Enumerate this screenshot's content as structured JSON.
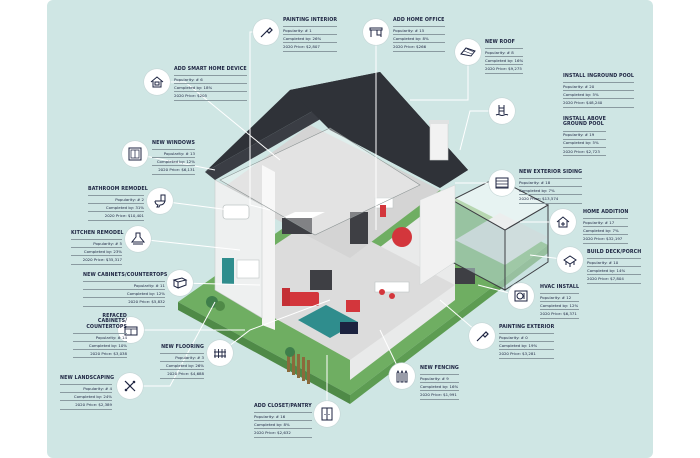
{
  "colors": {
    "background": "#cfe6e4",
    "ink": "#1c2340",
    "roof": "#2f3238",
    "wall": "#f2f2f2",
    "grass": "#6fae62",
    "accent_red": "#d3363c",
    "accent_teal": "#2f8d8d"
  },
  "items": [
    {
      "id": "painting-interior",
      "title": "PAINTING INTERIOR",
      "popularity": "Popularity: # 1",
      "completed": "Completed by: 26%",
      "price": "2020 Price: $2,807",
      "icon": "paint-brush-icon"
    },
    {
      "id": "add-home-office",
      "title": "ADD HOME OFFICE",
      "popularity": "Popularity: # 15",
      "completed": "Completed by: 8%",
      "price": "2020 Price: $266",
      "icon": "desk-icon"
    },
    {
      "id": "new-roof",
      "title": "NEW ROOF",
      "popularity": "Popularity: # 8",
      "completed": "Completed by: 16%",
      "price": "2020 Price: $9,275",
      "icon": "roof-icon"
    },
    {
      "id": "add-smart-home-device",
      "title": "ADD SMART HOME DEVICE",
      "popularity": "Popularity: # 6",
      "completed": "Completed by: 18%",
      "price": "2020 Price: $205",
      "icon": "smart-home-icon"
    },
    {
      "id": "install-inground-pool",
      "title": "INSTALL INGROUND POOL",
      "popularity": "Popularity: # 20",
      "completed": "Completed by: 5%",
      "price": "2020 Price: $48,240",
      "icon": "pool-ladder-icon"
    },
    {
      "id": "install-above-ground-pool",
      "title": "INSTALL ABOVE\nGROUND POOL",
      "popularity": "Popularity: # 19",
      "completed": "Completed by: 5%",
      "price": "2020 Price: $2,723",
      "icon": "pool-ladder-icon"
    },
    {
      "id": "new-windows",
      "title": "NEW WINDOWS",
      "popularity": "Popularity: # 13",
      "completed": "Completed by: 12%",
      "price": "2020 Price: $6,131",
      "icon": "window-icon"
    },
    {
      "id": "new-exterior-siding",
      "title": "NEW EXTERIOR SIDING",
      "popularity": "Popularity: # 18",
      "completed": "Completed by: 7%",
      "price": "2020 Price: $13,574",
      "icon": "siding-icon"
    },
    {
      "id": "bathroom-remodel",
      "title": "BATHROOM REMODEL",
      "popularity": "Popularity: # 2",
      "completed": "Completed by: 31%",
      "price": "2020 Price: $10,401",
      "icon": "toilet-icon"
    },
    {
      "id": "home-addition",
      "title": "HOME ADDITION",
      "popularity": "Popularity: # 17",
      "completed": "Completed by: 7%",
      "price": "2020 Price: $32,197",
      "icon": "house-addition-icon"
    },
    {
      "id": "kitchen-remodel",
      "title": "KITCHEN REMODEL",
      "popularity": "Popularity: # 5",
      "completed": "Completed by: 23%",
      "price": "2020 Price: $35,317",
      "icon": "kitchen-hood-icon"
    },
    {
      "id": "build-deck-porch",
      "title": "BUILD DECK/PORCH",
      "popularity": "Popularity: # 10",
      "completed": "Completed by: 14%",
      "price": "2020 Price: $7,804",
      "icon": "deck-icon"
    },
    {
      "id": "new-cabinets-countertops",
      "title": "NEW CABINETS/COUNTERTOPS",
      "popularity": "Popularity: # 11",
      "completed": "Completed by: 12%",
      "price": "2020 Price: $5,832",
      "icon": "cabinet-icon"
    },
    {
      "id": "hvac-install",
      "title": "HVAC INSTALL",
      "popularity": "Popularity: # 12",
      "completed": "Completed by: 12%",
      "price": "2020 Price: $6,371",
      "icon": "hvac-icon"
    },
    {
      "id": "refaced-cabinets-countertops",
      "title": "REFACED CABINETS/\nCOUNTERTOPS",
      "popularity": "Popularity: # 14",
      "completed": "Completed by: 10%",
      "price": "2020 Price: $3,038",
      "icon": "countertop-icon"
    },
    {
      "id": "painting-exterior",
      "title": "PAINTING EXTERIOR",
      "popularity": "Popularity: # 0",
      "completed": "Completed by: 19%",
      "price": "2020 Price: $3,281",
      "icon": "paint-brush-icon"
    },
    {
      "id": "new-flooring",
      "title": "NEW FLOORING",
      "popularity": "Popularity: # 3",
      "completed": "Completed by: 26%",
      "price": "2020 Price: $4,688",
      "icon": "flooring-icon"
    },
    {
      "id": "new-fencing",
      "title": "NEW FENCING",
      "popularity": "Popularity: # 9",
      "completed": "Completed by: 16%",
      "price": "2020 Price: $1,991",
      "icon": "fence-icon"
    },
    {
      "id": "new-landscaping",
      "title": "NEW LANDSCAPING",
      "popularity": "Popularity: # 4",
      "completed": "Completed by: 24%",
      "price": "2020 Price: $2,389",
      "icon": "garden-tools-icon"
    },
    {
      "id": "add-closet-pantry",
      "title": "ADD CLOSET/PANTRY",
      "popularity": "Popularity: # 16",
      "completed": "Completed by: 8%",
      "price": "2020 Price: $2,632",
      "icon": "closet-icon"
    }
  ]
}
